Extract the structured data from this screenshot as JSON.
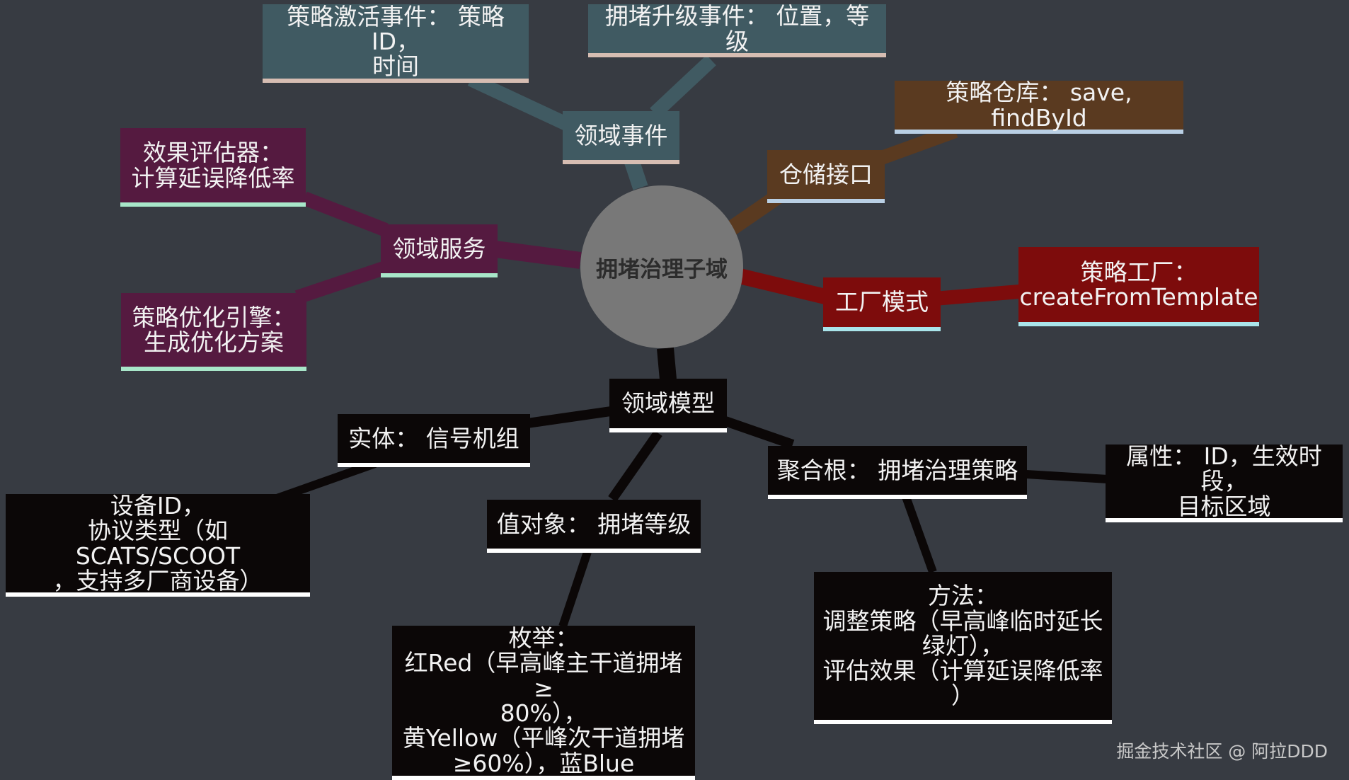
{
  "root": {
    "label": "拥堵治理子域"
  },
  "branches": {
    "domain_events": {
      "label": "领域事件",
      "children": [
        "策略激活事件： 策略ID，\n时间",
        "拥堵升级事件： 位置，等级"
      ]
    },
    "repository": {
      "label": "仓储接口",
      "children": [
        "策略仓库： save, findById"
      ]
    },
    "factory": {
      "label": "工厂模式",
      "children": [
        "策略工厂：\ncreateFromTemplate"
      ]
    },
    "domain_services": {
      "label": "领域服务",
      "children": [
        "效果评估器：\n计算延误降低率",
        "策略优化引擎：\n生成优化方案"
      ]
    },
    "domain_model": {
      "label": "领域模型",
      "entity": "实体： 信号机组",
      "entity_detail": "设备ID，\n协议类型（如SCATS/SCOOT\n，支持多厂商设备）",
      "value_object": "值对象： 拥堵等级",
      "value_object_detail": "枚举：\n红Red（早高峰主干道拥堵≥\n80%），\n黄Yellow（平峰次干道拥堵\n≥60%），蓝Blue",
      "aggregate_root": "聚合根： 拥堵治理策略",
      "aggregate_attributes": "属性： ID，生效时段，\n目标区域",
      "aggregate_methods": "方法：\n调整策略（早高峰临时延长\n绿灯），\n评估效果（计算延误降低率\n）"
    }
  },
  "watermark": "掘金技术社区 @ 阿拉DDD",
  "colors": {
    "background": "#373b42",
    "root": "#787878",
    "events": "#405a62",
    "repository": "#5a3a20",
    "factory": "#7d0c0c",
    "services": "#551a40",
    "model": "#0b0707"
  }
}
